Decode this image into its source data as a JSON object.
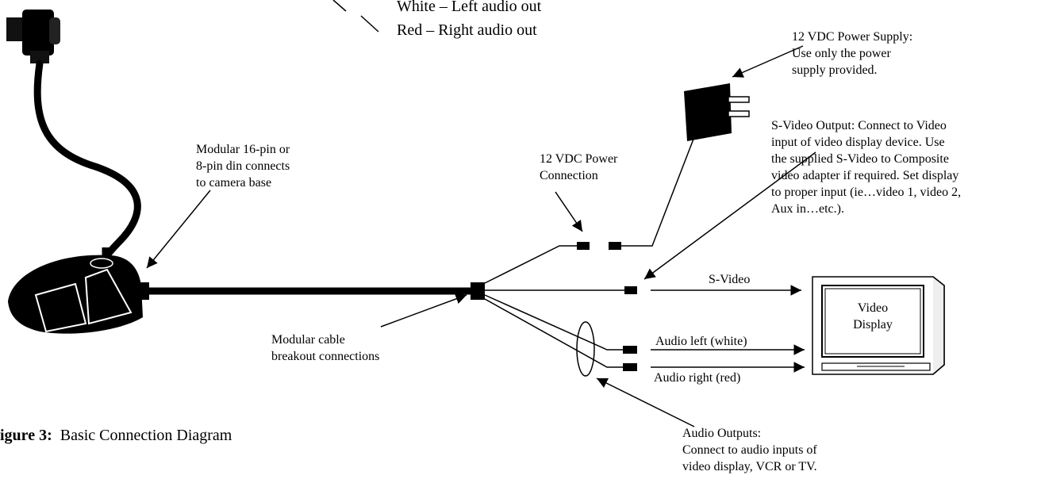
{
  "top_labels": {
    "white_out": "White – Left audio out",
    "red_out": "Red – Right audio out"
  },
  "labels": {
    "power_supply": [
      "12 VDC Power Supply:",
      "Use only the power",
      "supply provided."
    ],
    "svideo_output": [
      "S-Video Output:  Connect to Video",
      "input of video display device.  Use",
      "the supplied S-Video to Composite",
      "video adapter if required.  Set display",
      "to proper input (ie…video 1, video 2,",
      "Aux in…etc.)."
    ],
    "modular_din": [
      "Modular 16-pin or",
      "8-pin din connects",
      "to camera base"
    ],
    "power_connection": [
      "12 VDC Power",
      "Connection"
    ],
    "breakout": [
      "Modular cable",
      "breakout connections"
    ],
    "svideo_line": "S-Video",
    "audio_left": "Audio left (white)",
    "audio_right": "Audio right (red)",
    "video_display": [
      "Video",
      "Display"
    ],
    "audio_outputs": [
      "Audio Outputs:",
      "Connect to audio inputs of",
      "video display, VCR or TV."
    ]
  },
  "caption": {
    "label": "igure 3:",
    "text": "Basic Connection Diagram"
  }
}
